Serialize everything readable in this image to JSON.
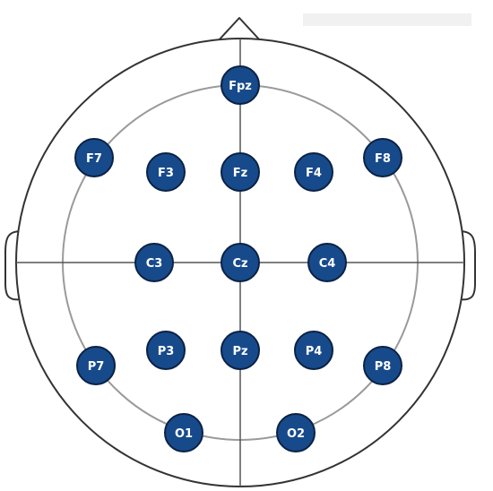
{
  "colors": {
    "electrode_fill": "#174a8b",
    "electrode_stroke": "#0b2244",
    "label": "#ffffff",
    "head_outline": "#333333",
    "guide_circle": "#9a9a9a",
    "midlines": "#555555"
  },
  "electrodes": [
    {
      "id": "fpz",
      "label": "Fpz"
    },
    {
      "id": "f7",
      "label": "F7"
    },
    {
      "id": "f8",
      "label": "F8"
    },
    {
      "id": "f3",
      "label": "F3"
    },
    {
      "id": "fz",
      "label": "Fz"
    },
    {
      "id": "f4",
      "label": "F4"
    },
    {
      "id": "c3",
      "label": "C3"
    },
    {
      "id": "cz",
      "label": "Cz"
    },
    {
      "id": "c4",
      "label": "C4"
    },
    {
      "id": "p7",
      "label": "P7"
    },
    {
      "id": "p3",
      "label": "P3"
    },
    {
      "id": "pz",
      "label": "Pz"
    },
    {
      "id": "p4",
      "label": "P4"
    },
    {
      "id": "p8",
      "label": "P8"
    },
    {
      "id": "o1",
      "label": "O1"
    },
    {
      "id": "o2",
      "label": "O2"
    }
  ]
}
